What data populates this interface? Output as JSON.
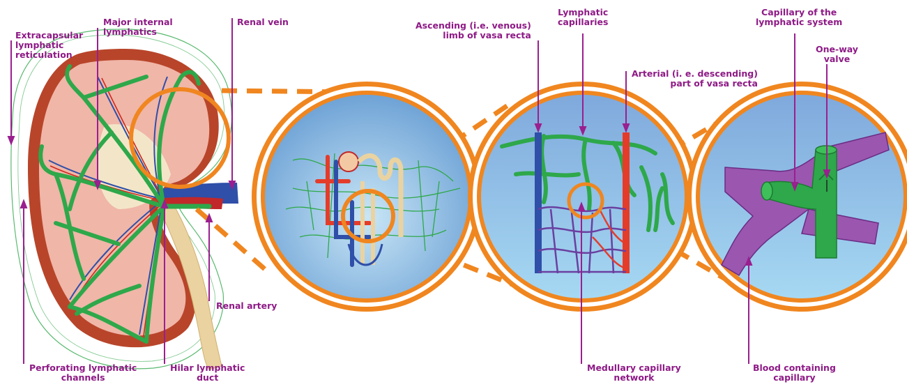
{
  "labels": {
    "extracapsular": [
      "Extracapsular",
      "lymphatic",
      "reticulation"
    ],
    "major_internal": [
      "Major internal",
      "lymphatics"
    ],
    "renal_vein": "Renal vein",
    "renal_artery": "Renal artery",
    "perforating": [
      "Perforating lymphatic",
      "channels"
    ],
    "hilar": [
      "Hilar lymphatic",
      "duct"
    ],
    "ascending": [
      "Ascending (i.e. venous)",
      "limb of vasa recta"
    ],
    "lymphatic_capillaries": [
      "Lymphatic",
      "capillaries"
    ],
    "arterial": [
      "Arterial (i. e. descending)",
      "part of vasa recta"
    ],
    "medullary": [
      "Medullary capillary",
      "network"
    ],
    "capillary_lymph": [
      "Capillary of the",
      "lymphatic system"
    ],
    "one_way": [
      "One-way",
      "valve"
    ],
    "blood_capillary": [
      "Blood containing",
      "capillary"
    ]
  },
  "colors": {
    "label": "#8e1a86",
    "pointer": "#9a1f8f",
    "lymph": "#2ea84a",
    "vein": "#2f4fa8",
    "artery": "#e53c2a",
    "ring": "#f0861f",
    "kidney_cortex": "#f0b6a8",
    "capsule": "#b8452a",
    "blood_capillary": "#9b56b0"
  }
}
